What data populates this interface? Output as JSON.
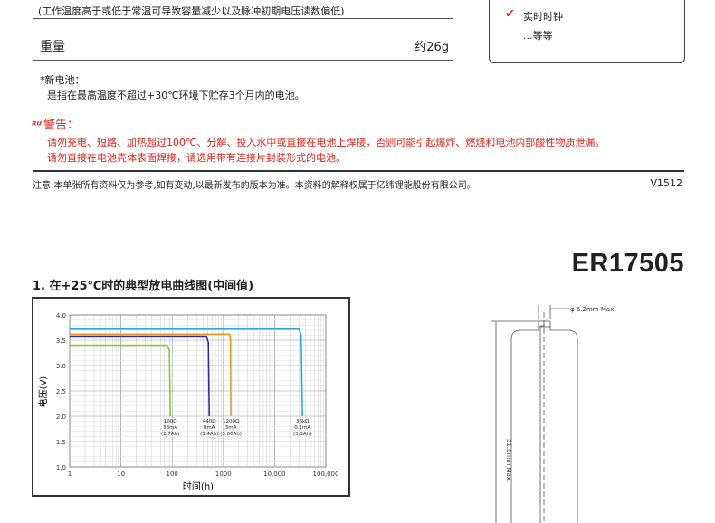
{
  "top_note": "(工作温度高于或低于常温可导致容量减少以及脉冲初期电压读数偏低)",
  "weight": {
    "label": "重量",
    "value": "约26g"
  },
  "sidebox": {
    "check": "✔",
    "item1": "实时时钟",
    "item2": "...等等"
  },
  "new_battery": {
    "title": "*新电池：",
    "body": "是指在最高温度不超过+30℃环境下贮存3个月内的电池。"
  },
  "warning": {
    "ul_mark": "ᴿᵁ",
    "title": "警告：",
    "lines": [
      "请勿充电、短路、加热超过100℃、分解、投入水中或直接在电池上焊接，否则可能引起爆炸、燃烧和电池内部酸性物质泄漏。",
      "请勿直接在电池壳体表面焊接，请选用带有连接片封装形式的电池。"
    ]
  },
  "disclaimer": "注意:本单张所有资料仅为参考,如有变动,以最新发布的版本为准。本资料的解释权属于亿纬锂能股份有限公司。",
  "version": "V1512",
  "model": "ER17505",
  "chart_title": "1. 在+25℃时的典型放电曲线图(中间值)",
  "chart_data": {
    "type": "line",
    "title": "",
    "xlabel": "时间(h)",
    "ylabel": "电压(V)",
    "x_scale": "log",
    "xlim": [
      1,
      100000
    ],
    "ylim": [
      1.0,
      4.0
    ],
    "x_ticks": [
      "1",
      "10",
      "100",
      "1000",
      "10,000",
      "100,000"
    ],
    "y_ticks": [
      "1.0",
      "1.5",
      "2.0",
      "2.5",
      "3.0",
      "3.5",
      "4.0"
    ],
    "grid": true,
    "series": [
      {
        "label": [
          "100Ω",
          "33mA",
          "(2.7Ah)"
        ],
        "color": "#8cc63f",
        "x": [
          1,
          80,
          88,
          92
        ],
        "y": [
          3.4,
          3.4,
          3.3,
          2.0
        ]
      },
      {
        "label": [
          "440Ω",
          "8mA",
          "(3.4Ah)"
        ],
        "color": "#2e3192",
        "x": [
          1,
          470,
          510,
          530
        ],
        "y": [
          3.58,
          3.58,
          3.45,
          2.0
        ]
      },
      {
        "label": [
          "1200Ω",
          "3mA",
          "(3.60Ah)"
        ],
        "color": "#f7941d",
        "x": [
          1,
          1330,
          1380,
          1400
        ],
        "y": [
          3.62,
          3.62,
          3.5,
          2.0
        ]
      },
      {
        "label": [
          "36kΩ",
          "0.1mA",
          "(3.3Ah)"
        ],
        "color": "#29a9e0",
        "x": [
          1,
          30000,
          33000,
          35000
        ],
        "y": [
          3.72,
          3.72,
          3.6,
          2.0
        ]
      }
    ]
  },
  "drawing": {
    "dia": "φ 6.2mm Max.",
    "length": "51.0mm Max."
  }
}
